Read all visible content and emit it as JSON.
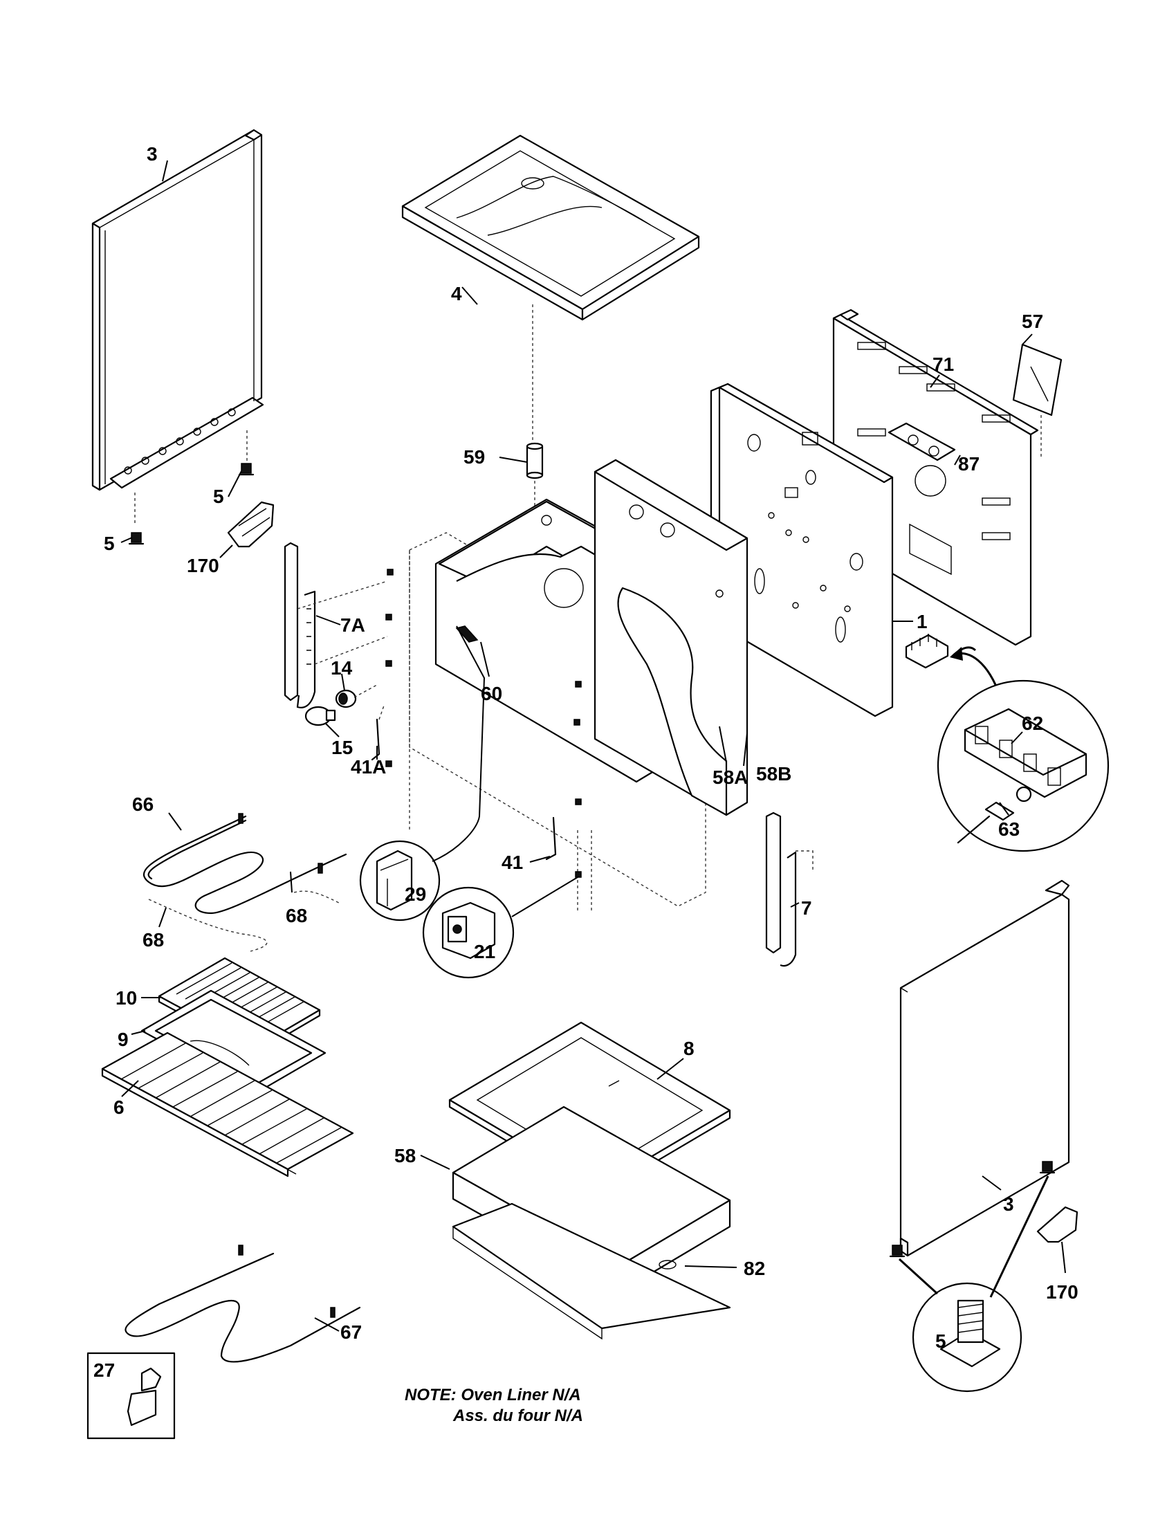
{
  "labels": {
    "side_panel_left": "3",
    "top_panel": "4",
    "leveler_a": "5",
    "leveler_b": "5",
    "leveler_bracket_left": "170",
    "hinge_left": "7A",
    "lamp_socket": "14",
    "lamp_bulb": "15",
    "rack_support_left": "41A",
    "rack_stop": "60",
    "spacer": "59",
    "back_panel": "71",
    "cover": "57",
    "plate": "87",
    "back_wall": "1",
    "terminal_block": "62",
    "terminal_screw": "63",
    "insulation_a": "58A",
    "insulation_b": "58B",
    "broil_element": "66",
    "wire_68_a": "68",
    "wire_68_b": "68",
    "clip_29": "29",
    "clip_21": "21",
    "rack_support_41": "41",
    "hinge_right": "7",
    "broiler_grid": "10",
    "broiler_pan": "9",
    "oven_rack": "6",
    "bottom_panel": "8",
    "bottom_insulation": "58",
    "bottom_cover": "82",
    "side_panel_right": "3",
    "leveler_bracket_right": "170",
    "bake_element": "67",
    "bracket_27": "27",
    "leveler_detail": "5"
  },
  "note": {
    "line1": "NOTE: Oven Liner N/A",
    "line2": "Ass. du four N/A"
  }
}
